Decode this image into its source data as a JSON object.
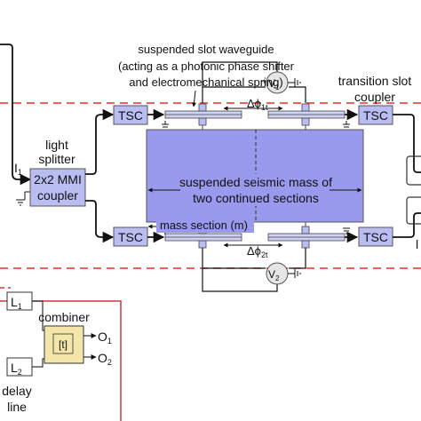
{
  "labels": {
    "waveguide_title": "suspended slot waveguide",
    "waveguide_desc1": "(acting as a photonic phase shifter",
    "waveguide_desc2": "and electromechanical spring)",
    "transition_title1": "transition slot",
    "transition_title2": "coupler",
    "light1": "light",
    "light2": "splitter",
    "mmi1": "2x2 MMI",
    "mmi2": "coupler",
    "i1_main": "I",
    "i1_sub": "1",
    "tsc_left_top": "TSC",
    "tsc_right_top": "TSC",
    "tsc_left_bottom": "TSC",
    "tsc_right_bottom": "TSC",
    "dphi1_main": "Δϕ",
    "dphi1_sub": "1t",
    "dphi2_main": "Δϕ",
    "dphi2_sub": "2t",
    "v1_main": "V",
    "v1_sub": "1",
    "v2_main": "V",
    "v2_sub": "2",
    "mass1": "suspended seismic mass of",
    "mass2": "two continued sections",
    "mass_section": "mass section (m)",
    "combiner": "combiner",
    "t_box": "[t]",
    "l1_main": "L",
    "l1_sub": "1",
    "l2_main": "L",
    "l2_sub": "2",
    "o1_main": "O",
    "o1_sub": "1",
    "o2_main": "O",
    "o2_sub": "2",
    "delay1": "delay",
    "delay2": "line",
    "edge_l": "l"
  },
  "colors": {
    "mass_fill": "#9999ee",
    "box_fill": "#b9bdf2",
    "combiner_fill": "#f3e6a8",
    "dash_red": "#e0302a",
    "inset_border": "#c8383a"
  }
}
